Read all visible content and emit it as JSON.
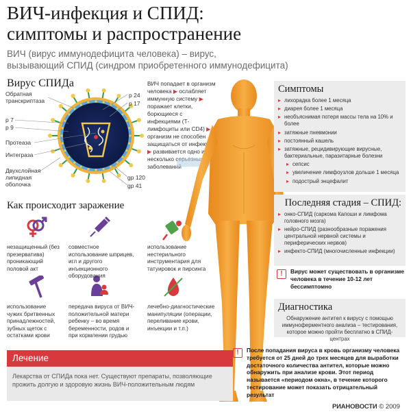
{
  "header": {
    "title_line1": "ВИЧ-инфекция и СПИД:",
    "title_line2": "симптомы и распространение",
    "subtitle_line1": "ВИЧ (вирус иммунодефицита человека) – вирус,",
    "subtitle_line2": "вызывающий СПИД (синдром приобретенного иммунодефицита)"
  },
  "virus": {
    "title": "Вирус СПИДа",
    "labels": {
      "transcriptase": "Обратная\nтранскриптаза",
      "p7": "p 7",
      "p9": "p 9",
      "protease": "Протеаза",
      "integrase": "Интеграза",
      "membrane": "Двухслойная\nлипидная\nоболочка",
      "p24": "p 24",
      "p17": "p 17",
      "gp120": "gp 120",
      "gp41": "gp 41"
    }
  },
  "hiv_action": {
    "t1": "ВИЧ попадает в организм человека",
    "t2": "ослабляет иммунную систему",
    "t3": "поражает клетки, борющиеся с инфекциями (Т-лимфоциты или CD4)",
    "t4": "организм не способен защищаться от инфекций",
    "t5": "развивается одно или несколько серьезных заболеваний"
  },
  "infection": {
    "title": "Как происходит заражение",
    "items": [
      {
        "icon": "gender-icon",
        "text": "незащищенный (без презерватива) проникающий половой акт"
      },
      {
        "icon": "syringe-icon",
        "text": "совместное использование шприцев, игл и другого инъекционного оборудования"
      },
      {
        "icon": "tattoo-machine-icon",
        "text": "использование нестерильного инструментария для татуировок и пирсинга"
      },
      {
        "icon": "razor-icon",
        "text": "использование чужих бритвенных принадлежностей, зубных щеток с остатками крови"
      },
      {
        "icon": "mother-child-icon",
        "text": "передача вируса от ВИЧ-положительной матери ребенку – во время беременности, родов и при кормлении грудью"
      },
      {
        "icon": "blood-drop-icon",
        "text": "лечебно-диагностические манипуляции (операции, переливание крови, инъекции и т.п.)"
      }
    ]
  },
  "symptoms": {
    "title": "Симптомы",
    "items": [
      {
        "text": "лихорадка более 1 месяца",
        "sub": false
      },
      {
        "text": "диарея более 1 месяца",
        "sub": false
      },
      {
        "text": "необъяснимая потеря массы тела на 10% и более",
        "sub": false
      },
      {
        "text": "затяжные пневмонии",
        "sub": false
      },
      {
        "text": "постоянный кашель",
        "sub": false
      },
      {
        "text": "затяжные, рецидивирующие вирусные, бактериальные, паразитарные болезни",
        "sub": false
      },
      {
        "text": "сепсис",
        "sub": true
      },
      {
        "text": "увеличение лимфоузлов дольше 1 месяца",
        "sub": true
      },
      {
        "text": "подострый энцефалит",
        "sub": true
      }
    ]
  },
  "last_stage": {
    "title": "Последняя стадия – СПИД:",
    "items": [
      "онко-СПИД (саркома Капоши и лимфома головного мозга)",
      "нейро-СПИД (разнообразные поражения центральной нервной системы и периферических нервов)",
      "инфекто-СПИД (многочисленные инфекции)"
    ]
  },
  "warning1": "Вирус может существовать в организме человека в течение 10-12 лет бессимптомно",
  "diagnostics": {
    "title": "Диагностика",
    "text": "Обнаружение антител к вирусу с помощью иммуноферментного анализа – тестирования, которое можно пройти бесплатно в СПИД-центрах"
  },
  "treatment": {
    "title": "Лечение",
    "text": "Лекарства от СПИДа пока нет. Существуют препараты, позволяющие прожить долгую и здоровую жизнь ВИЧ-положительным людям"
  },
  "warning2": "После попадания вируса в кровь организму человека требуется от 25 дней до трех месяцев для выработки достаточного количества антител, которые можно обнаружить при анализе крови. Этот период называется «периодом окна», в течение которого тестирование может показать отрицательный результат",
  "credit": {
    "brand": "РИАНОВОСТИ",
    "year": "© 2009"
  },
  "colors": {
    "accent": "#d8393c",
    "body": "#f4a23a",
    "panel": "#ececec"
  }
}
